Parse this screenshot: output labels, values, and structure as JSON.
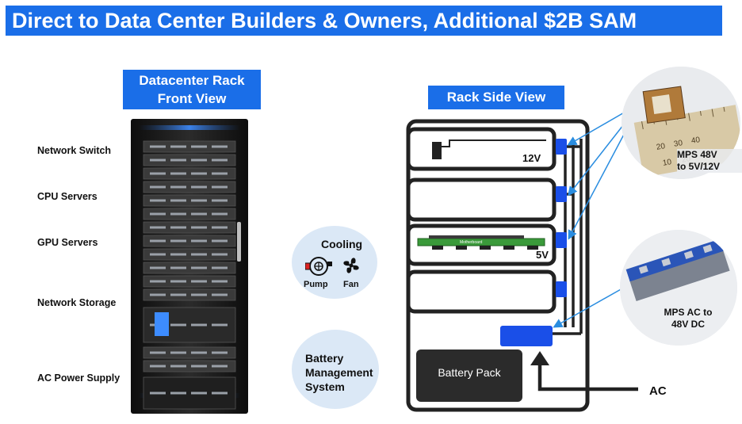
{
  "title": "Direct to Data Center Builders & Owners, Additional $2B SAM",
  "front_view": {
    "label_line1": "Datacenter Rack",
    "label_line2": "Front View",
    "components": [
      "Network Switch",
      "CPU Servers",
      "GPU Servers",
      "Network Storage",
      "AC Power Supply"
    ]
  },
  "cooling": {
    "title": "Cooling",
    "pump_label": "Pump",
    "fan_label": "Fan"
  },
  "bms": {
    "line1": "Battery",
    "line2": "Management",
    "line3": "System"
  },
  "side_view": {
    "label": "Rack Side View",
    "voltage_12v": "12V",
    "voltage_5v": "5V",
    "motherboard_label": "Motherboard",
    "battery_pack": "Battery Pack",
    "ac_label": "AC"
  },
  "products": {
    "dcdc_line1": "MPS 48V",
    "dcdc_line2": "to 5V/12V",
    "acdc_line1": "MPS AC to",
    "acdc_line2": "48V DC",
    "ruler_marks": [
      "20",
      "30",
      "40",
      "10",
      "20"
    ]
  },
  "colors": {
    "brand_blue": "#1a6ee8",
    "arrow_blue": "#2a8de0",
    "circle_bg": "#dbe8f6",
    "rack_dark": "#1c1c1c",
    "motherboard_green": "#3a9a3a"
  }
}
